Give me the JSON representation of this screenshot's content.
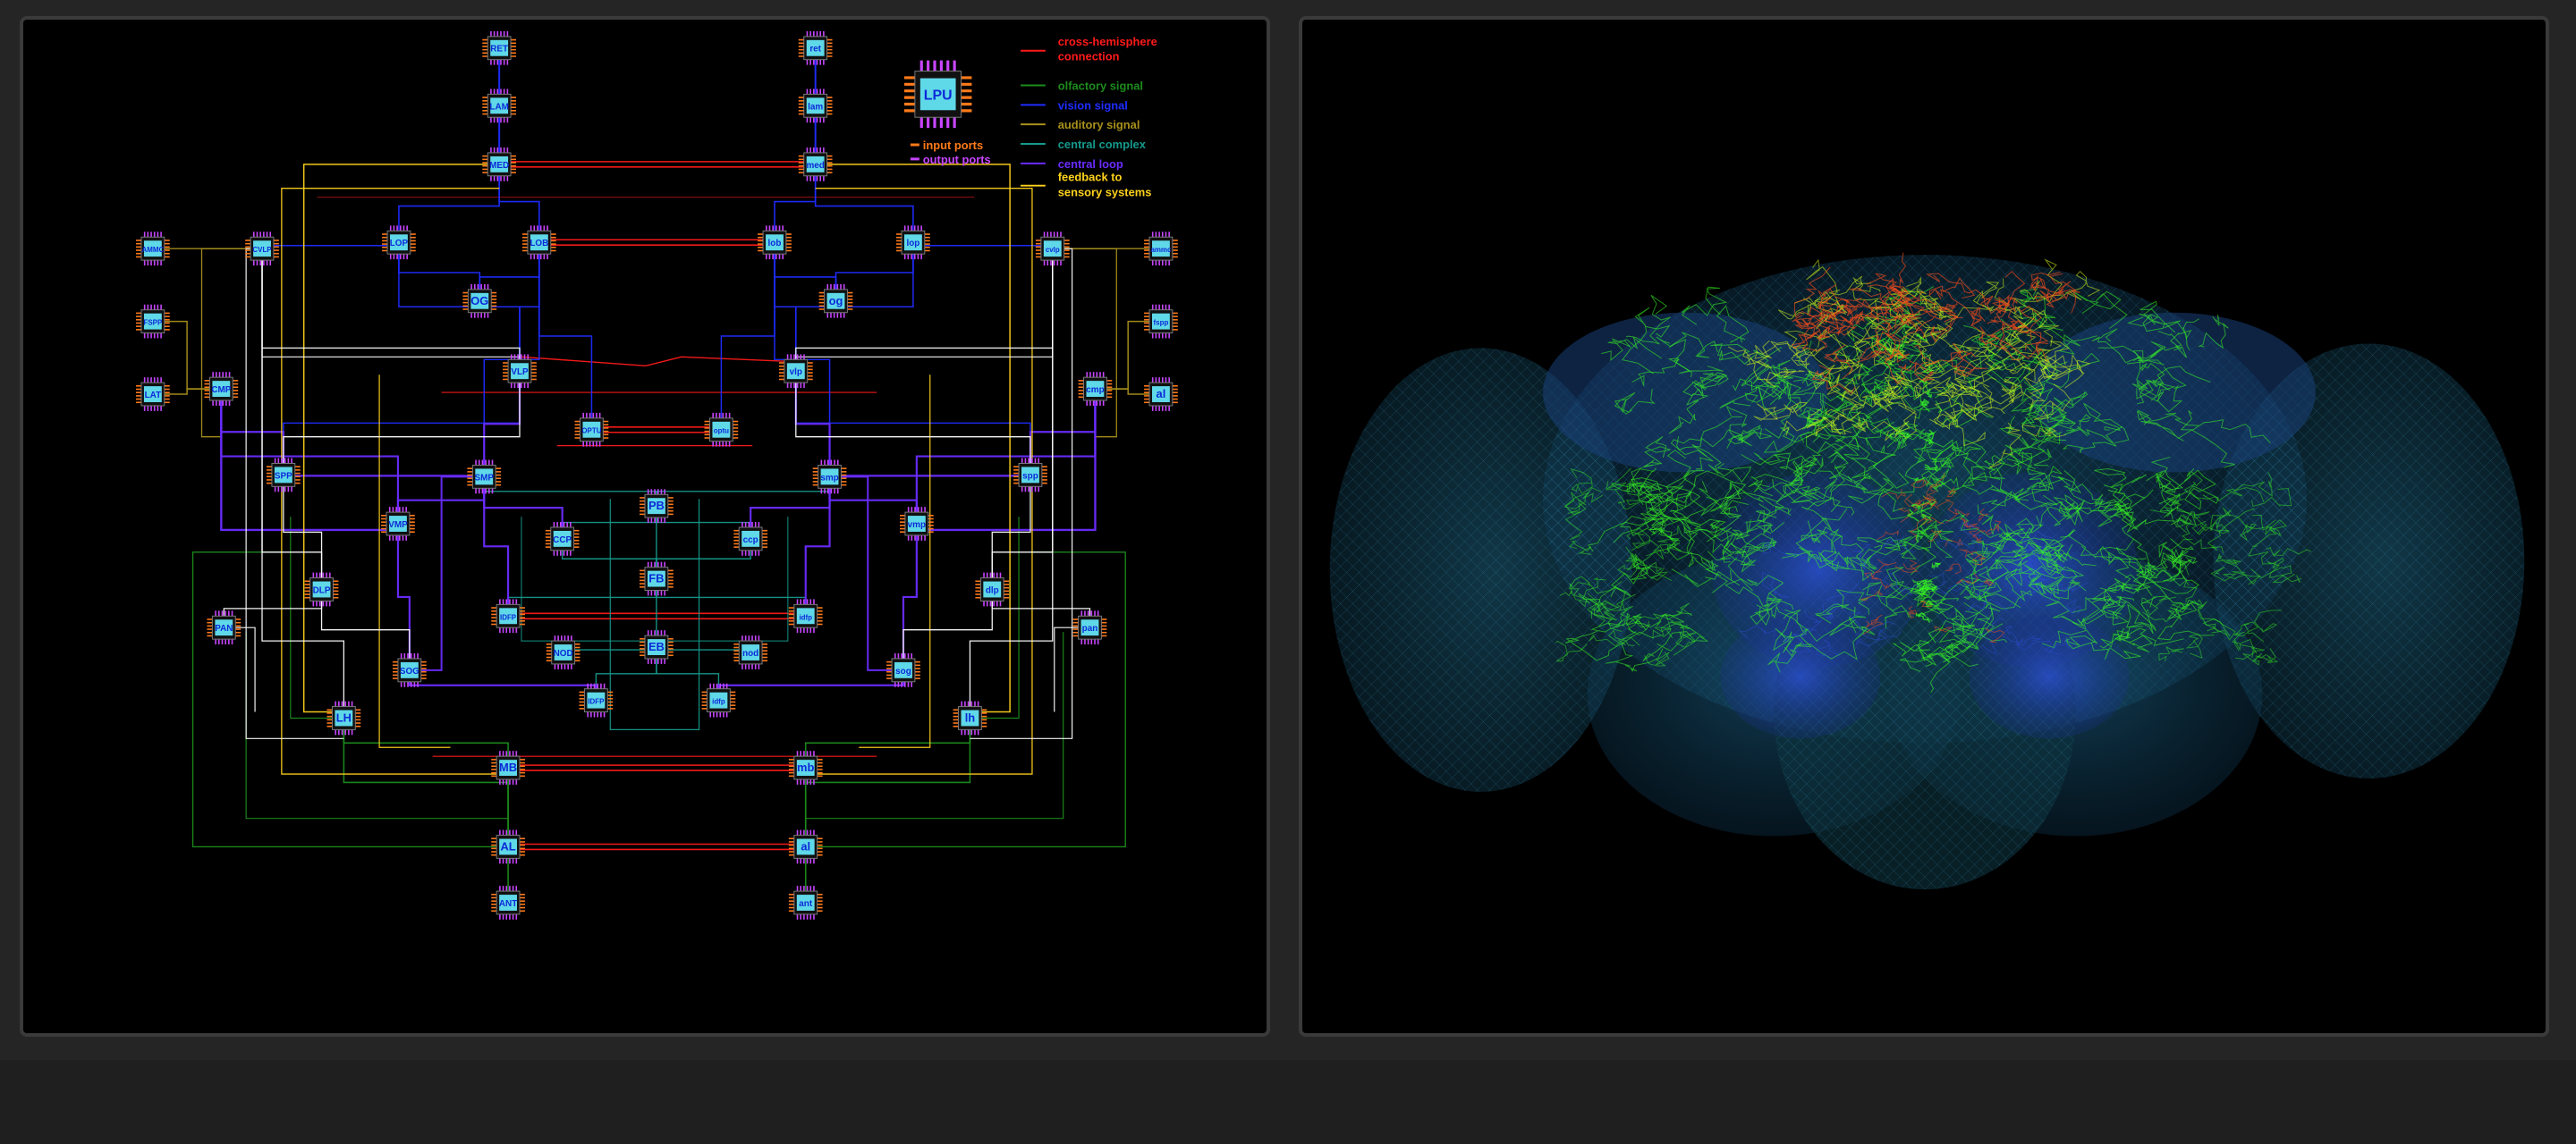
{
  "colors": {
    "background": "#000000",
    "frame": "#3a3a3a",
    "bottom_bar": "#1f1f1f",
    "chip_fill": "#5fd8e8",
    "chip_label": "#0c2ad8",
    "pin_input": "#ff7a1a",
    "pin_output": "#c845ff",
    "cross_hemisphere": "#ff1a1a",
    "olfactory": "#1c8c1c",
    "vision": "#1f2cff",
    "auditory": "#a8901c",
    "central_complex": "#159a8c",
    "central_loop": "#6a2cff",
    "feedback": "#ffd21c",
    "white_link": "#ffffff"
  },
  "legend": {
    "lpu_label": "LPU",
    "input_ports": "input ports",
    "output_ports": "output ports",
    "cross_hemisphere": [
      "cross-hemisphere",
      "connection"
    ],
    "olfactory": "olfactory signal",
    "vision": "vision signal",
    "auditory": "auditory signal",
    "central_complex": "central complex",
    "central_loop": "central loop",
    "feedback": [
      "feedback to",
      "sensory systems"
    ]
  },
  "lpu_nodes": [
    {
      "id": "RET",
      "label": "RET"
    },
    {
      "id": "ret",
      "label": "ret"
    },
    {
      "id": "LAM",
      "label": "LAM"
    },
    {
      "id": "lam",
      "label": "lam"
    },
    {
      "id": "MED",
      "label": "MED"
    },
    {
      "id": "med",
      "label": "med"
    },
    {
      "id": "AMMC",
      "label": "AMMC"
    },
    {
      "id": "CVLP",
      "label": "CVLP"
    },
    {
      "id": "LOP",
      "label": "LOP"
    },
    {
      "id": "LOB",
      "label": "LOB"
    },
    {
      "id": "lob",
      "label": "lob"
    },
    {
      "id": "lop",
      "label": "lop"
    },
    {
      "id": "cvlp",
      "label": "cvlp"
    },
    {
      "id": "ammc",
      "label": "ammc"
    },
    {
      "id": "OG",
      "label": "OG"
    },
    {
      "id": "og",
      "label": "og"
    },
    {
      "id": "FSPP",
      "label": "FSPP"
    },
    {
      "id": "fspp",
      "label": "fspp"
    },
    {
      "id": "AL_L",
      "label": "LAT"
    },
    {
      "id": "al_r",
      "label": "al"
    },
    {
      "id": "CMP",
      "label": "CMP"
    },
    {
      "id": "VLP",
      "label": "VLP"
    },
    {
      "id": "vlp",
      "label": "vlp"
    },
    {
      "id": "cmp",
      "label": "cmp"
    },
    {
      "id": "OPTU",
      "label": "OPTU"
    },
    {
      "id": "optu",
      "label": "optu"
    },
    {
      "id": "SPP",
      "label": "SPP"
    },
    {
      "id": "SMP",
      "label": "SMP"
    },
    {
      "id": "smp",
      "label": "smp"
    },
    {
      "id": "spp",
      "label": "spp"
    },
    {
      "id": "PB",
      "label": "PB"
    },
    {
      "id": "VMP",
      "label": "VMP"
    },
    {
      "id": "CCP",
      "label": "CCP"
    },
    {
      "id": "ccp",
      "label": "ccp"
    },
    {
      "id": "vmp",
      "label": "vmp"
    },
    {
      "id": "DLP",
      "label": "DLP"
    },
    {
      "id": "FB",
      "label": "FB"
    },
    {
      "id": "dlp",
      "label": "dlp"
    },
    {
      "id": "PAN",
      "label": "PAN"
    },
    {
      "id": "IDFP2",
      "label": "IDFP"
    },
    {
      "id": "idfp2",
      "label": "idfp"
    },
    {
      "id": "pan",
      "label": "pan"
    },
    {
      "id": "SOG",
      "label": "SOG"
    },
    {
      "id": "NOD",
      "label": "NOD"
    },
    {
      "id": "EB",
      "label": "EB"
    },
    {
      "id": "nod",
      "label": "nod"
    },
    {
      "id": "sog",
      "label": "sog"
    },
    {
      "id": "IDFP",
      "label": "IDFP"
    },
    {
      "id": "idfp",
      "label": "idfp"
    },
    {
      "id": "LH",
      "label": "LH"
    },
    {
      "id": "lh",
      "label": "lh"
    },
    {
      "id": "MB",
      "label": "MB"
    },
    {
      "id": "mb",
      "label": "mb"
    },
    {
      "id": "AL",
      "label": "AL"
    },
    {
      "id": "al",
      "label": "al"
    },
    {
      "id": "ANT",
      "label": "ANT"
    },
    {
      "id": "ant",
      "label": "ant"
    }
  ],
  "brain_render": {
    "shell_color": "#1a5f86",
    "optic_lobe_color": "#123e52",
    "neuron_green": "#38ff22",
    "neuron_yellow": "#d6ff1a",
    "neuron_red": "#ff4d1a",
    "neuron_blue": "#2c4fd6"
  }
}
